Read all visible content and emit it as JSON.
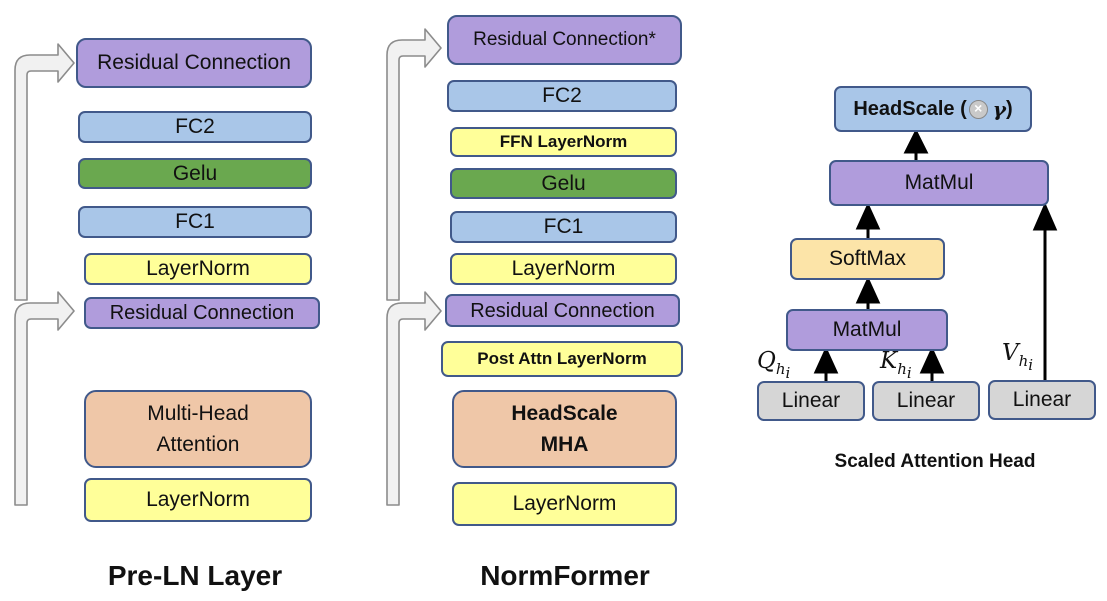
{
  "pre_ln": {
    "title": "Pre-LN Layer",
    "residual_top": "Residual Connection",
    "fc2": "FC2",
    "gelu": "Gelu",
    "fc1": "FC1",
    "layernorm_ffn": "LayerNorm",
    "residual_bottom": "Residual Connection",
    "attention_line1": "Multi-Head",
    "attention_line2": "Attention",
    "layernorm_attn": "LayerNorm"
  },
  "normformer": {
    "title": "NormFormer",
    "residual_top": "Residual Connection*",
    "fc2": "FC2",
    "ffn_layernorm": "FFN LayerNorm",
    "gelu": "Gelu",
    "fc1": "FC1",
    "layernorm_ffn": "LayerNorm",
    "residual_bottom": "Residual Connection",
    "post_attn_layernorm": "Post Attn LayerNorm",
    "headscale_line1": "HeadScale",
    "headscale_line2": "MHA",
    "layernorm_attn": "LayerNorm"
  },
  "scaled_head": {
    "title": "Scaled Attention Head",
    "headscale_prefix": "HeadScale (",
    "headscale_gamma": "γ",
    "headscale_suffix": ")",
    "times_symbol": "×",
    "matmul_top": "MatMul",
    "softmax": "SoftMax",
    "matmul_bottom": "MatMul",
    "linear_q": "Linear",
    "linear_k": "Linear",
    "linear_v": "Linear",
    "q_symbol": "Q",
    "k_symbol": "K",
    "v_symbol": "V",
    "subscript": "h",
    "subsubscript": "i"
  },
  "colors": {
    "purple": "#b09cdc",
    "blue": "#a9c6e8",
    "green": "#6aa84f",
    "yellow": "#ffff99",
    "peach": "#efc7a8",
    "sand": "#fce4a8",
    "grey": "#d6d6d6",
    "border": "#41598a"
  }
}
